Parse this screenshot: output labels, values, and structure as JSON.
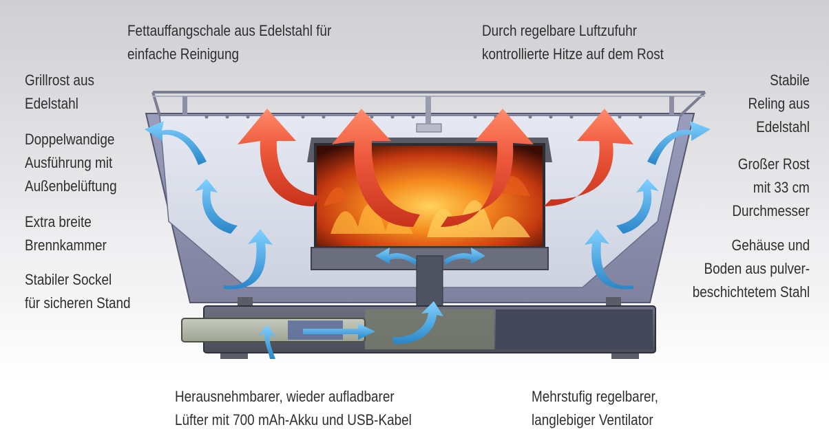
{
  "labels": {
    "top_left": [
      "Fettauffangschale aus Edelstahl für",
      "einfache Reinigung"
    ],
    "top_right": [
      "Durch regelbare Luftzufuhr",
      "kontrollierte Hitze auf dem Rost"
    ],
    "left_1": [
      "Grillrost aus",
      "Edelstahl"
    ],
    "left_2": [
      "Doppelwandige",
      "Ausführung mit",
      "Außenbelüftung"
    ],
    "left_3": [
      "Extra breite",
      "Brennkammer"
    ],
    "left_4": [
      "Stabiler Sockel",
      "für sicheren Stand"
    ],
    "right_1": [
      "Stabile",
      "Reling aus",
      "Edelstahl"
    ],
    "right_2": [
      "Großer Rost",
      "mit 33 cm",
      "Durchmesser"
    ],
    "right_3": [
      "Gehäuse und",
      "Boden aus pulver-",
      "beschichtetem Stahl"
    ],
    "bottom_left": [
      "Herausnehmbarer, wieder aufladbarer",
      "Lüfter mit 700 mAh-Akku und USB-Kabel"
    ],
    "bottom_right": [
      "Mehrstufig regelbarer,",
      "langlebiger Ventilator"
    ]
  },
  "colors": {
    "hot_arrow": "#e8402a",
    "air_arrow": "#3aa0e0",
    "body_steel": "#8e90b2",
    "fire": "#f07a1a"
  }
}
